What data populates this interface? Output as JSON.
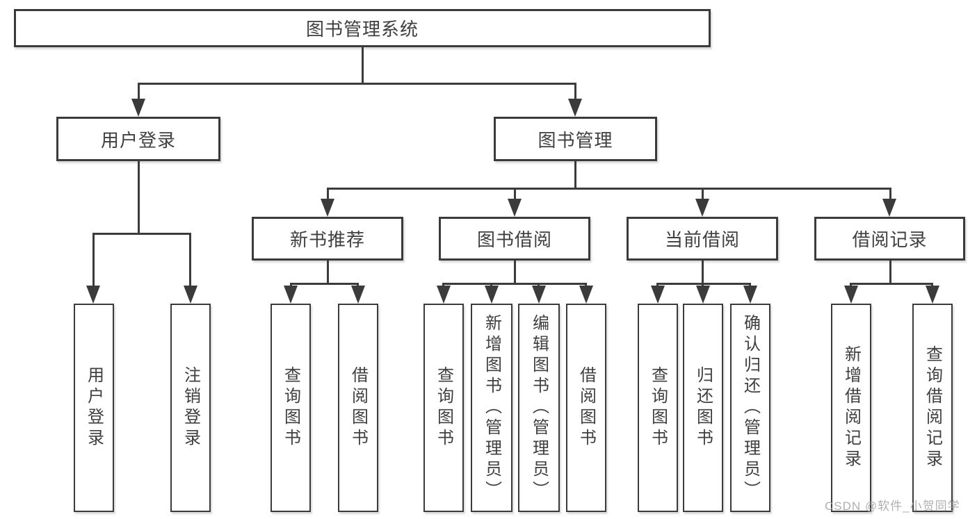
{
  "nodes": {
    "root": "图书管理系统",
    "user_login": "用户登录",
    "book_management": "图书管理",
    "new_book_recommend": "新书推荐",
    "book_borrow": "图书借阅",
    "current_borrow": "当前借阅",
    "borrow_record": "借阅记录",
    "leaf_user_login": "用户登录",
    "leaf_logout": "注销登录",
    "leaf_nbr_query_book": "查询图书",
    "leaf_nbr_borrow_book": "借阅图书",
    "leaf_bb_query_book": "查询图书",
    "leaf_bb_add_book": "新增图书（管理员）",
    "leaf_bb_edit_book": "编辑图书（管理员）",
    "leaf_bb_borrow_book": "借阅图书",
    "leaf_cb_query_book": "查询图书",
    "leaf_cb_return_book": "归还图书",
    "leaf_cb_confirm_return": "确认归还（管理员）",
    "leaf_br_add_record": "新增借阅记录",
    "leaf_br_query_record": "查询借阅记录"
  },
  "tree": {
    "图书管理系统": {
      "用户登录": [
        "用户登录",
        "注销登录"
      ],
      "图书管理": {
        "新书推荐": [
          "查询图书",
          "借阅图书"
        ],
        "图书借阅": [
          "查询图书",
          "新增图书（管理员）",
          "编辑图书（管理员）",
          "借阅图书"
        ],
        "当前借阅": [
          "查询图书",
          "归还图书",
          "确认归还（管理员）"
        ],
        "借阅记录": [
          "新增借阅记录",
          "查询借阅记录"
        ]
      }
    }
  },
  "watermark": "CSDN @软件_小贺同学",
  "colors": {
    "line": "#3b3b3b",
    "text": "#3f3f3f",
    "box_background": "#ffffff",
    "watermark": "#a6a6a6"
  }
}
